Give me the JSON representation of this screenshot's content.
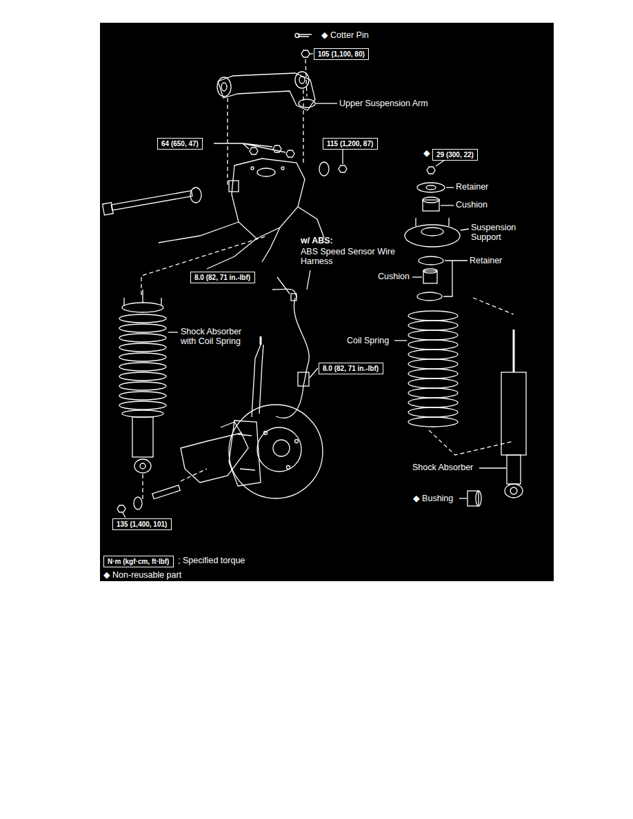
{
  "diagram": {
    "nodes": [
      {
        "text": [
          "105 (1,100, 80)"
        ]
      },
      {
        "text": [
          "64 (650, 47)"
        ]
      },
      {
        "text": [
          "115 (1,200, 87)"
        ]
      },
      {
        "text": [
          "29 (300, 22)"
        ]
      },
      {
        "text": [
          "8.0 (82, 71 in.-lbf)"
        ]
      },
      {
        "text": [
          "8.0 (82, 71 in.-lbf)"
        ]
      },
      {
        "text": [
          "135 (1,400, 101)"
        ]
      },
      {
        "text": [
          "N·m (kgf·cm, ft·lbf)"
        ]
      }
    ],
    "labels": [
      "◆ Cotter Pin",
      "Upper Suspension Arm",
      "◆",
      "Retainer",
      "Cushion",
      "Suspension Support",
      "w/ ABS:",
      "ABS Speed Sensor Wire Harness",
      "Retainer",
      "Cushion",
      "Shock Absorber with Coil Spring",
      "Coil Spring",
      "Shock Absorber",
      "◆ Bushing",
      "; Specified torque",
      "◆ Non-reusable part"
    ]
  }
}
